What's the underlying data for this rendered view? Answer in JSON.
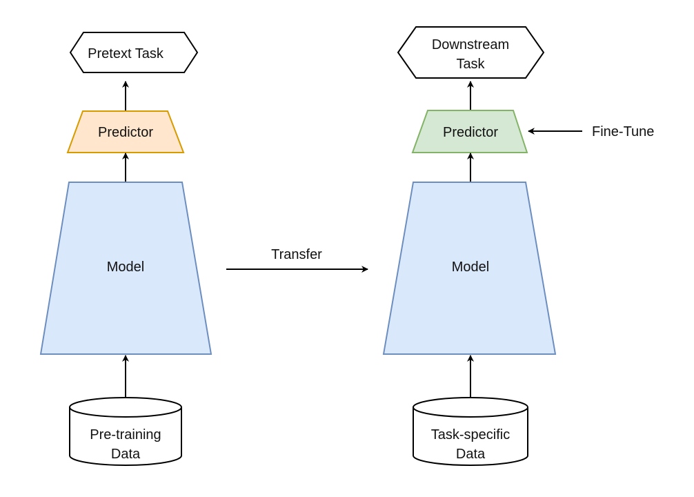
{
  "left": {
    "task_label": "Pretext Task",
    "predictor_label": "Predictor",
    "model_label": "Model",
    "data_label_line1": "Pre-training",
    "data_label_line2": "Data"
  },
  "right": {
    "task_label_line1": "Downstream",
    "task_label_line2": "Task",
    "predictor_label": "Predictor",
    "model_label": "Model",
    "data_label_line1": "Task-specific",
    "data_label_line2": "Data"
  },
  "transfer_label": "Transfer",
  "finetune_label": "Fine-Tune",
  "colors": {
    "model_fill": "#dae8fc",
    "model_stroke": "#6c8ebf",
    "left_predictor_fill": "#ffe6cc",
    "left_predictor_stroke": "#d79b00",
    "right_predictor_fill": "#d5e8d4",
    "right_predictor_stroke": "#82b366"
  }
}
